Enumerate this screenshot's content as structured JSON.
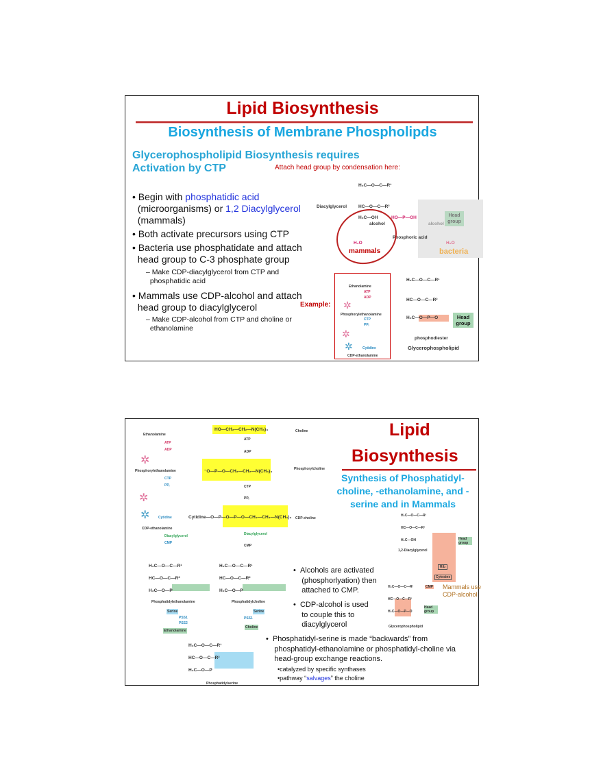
{
  "slide1": {
    "title": "Lipid Biosynthesis",
    "subtitle": "Biosynthesis of Membrane Phospholipds",
    "heading_line1": "Glycerophospholipid Biosynthesis requires",
    "heading_line2": "Activation by CTP",
    "annotation": "Attach head group by condensation here:",
    "bullets": [
      {
        "pre": "Begin with ",
        "link1": "phosphatidic acid",
        "mid": "(microorganisms) or ",
        "link2": "1,2 Diacylglycerol",
        "post": "(mammals)"
      },
      {
        "text": "Both activate precursors using CTP"
      },
      {
        "line1": "Bacteria use phosphatidate and attach",
        "line2": "head group to C-3 phosphate group",
        "sub_line1": "– Make CDP-diacylglycerol from CTP and",
        "sub_line2": "phosphatidic acid"
      },
      {
        "line1": "Mammals use CDP-alcohol and attach",
        "line2": "head group to diacylglycerol",
        "sub_line1": "– Make CDP-alcohol from CTP and choline or",
        "sub_line2": "ethanolamine"
      }
    ],
    "example_label": "Example:",
    "diagram": {
      "diacylglycerol": "Diacylglycerol",
      "alcohol": "alcohol",
      "phosphoric_acid": "Phosphoric acid",
      "head_group": "Head group",
      "mammals": "mammals",
      "bacteria": "bacteria",
      "h2o": "H₂O",
      "phosphodiester": "phosphodiester",
      "glycerophospholipid": "Glycerophospholipid",
      "ethanolamine": "Ethanolamine",
      "phosphorylethanolamine": "Phosphorylethanolamine",
      "cdp_ethanolamine": "CDP-ethanolamine",
      "atp": "ATP",
      "adp": "ADP",
      "ctp": "CTP",
      "ppi": "PPᵢ",
      "cytidine": "Cytidine"
    }
  },
  "slide2": {
    "title_line1": "Lipid",
    "title_line2": "Biosynthesis",
    "subtitle_line1": "Synthesis of Phosphatidyl-",
    "subtitle_line2": "choline, -ethanolamine, and -",
    "subtitle_line3": "serine and in Mammals",
    "bullet1": [
      "Alcohols are activated",
      "(phosphorlyation) then",
      "attached to CMP."
    ],
    "bullet2": [
      "CDP-alcohol is used",
      "to couple this to",
      "diacylglycerol"
    ],
    "bullet3": [
      "Phosphatidyl-serine is made “backwards” from",
      "phosphatidyl-ethanolamine or phosphatidyl-choline via",
      "head-group exchange reactions."
    ],
    "sub1": "catalyzed by specific synthases",
    "sub2_pre": "pathway “",
    "sub2_link": "salvages",
    "sub2_post": "” the choline",
    "mammals_note": [
      "Mammals use",
      "CDP-alcohol"
    ],
    "diagram": {
      "ethanolamine": "Ethanolamine",
      "choline": "Choline",
      "phosphorylethanolamine": "Phosphorylethanolamine",
      "phosphorylcholine": "Phosphorylcholine",
      "cdp_ethanolamine": "CDP-ethanolamine",
      "cdp_choline": "CDP-choline",
      "diacylglycerol": "Diacylglycerol",
      "cmp": "CMP",
      "pe": "Phosphatidylethanolamine",
      "pc": "Phosphatidylcholine",
      "ps": "Phosphatidylserine",
      "serine": "Serine",
      "pss1": "PSS1",
      "pss2": "PSS2",
      "atp": "ATP",
      "adp": "ADP",
      "ctp": "CTP",
      "ppi": "PPᵢ",
      "cytidine": "Cytidine",
      "choline_formula": "HO—CH₂—CH₂—N(CH₃)₃",
      "phosphocholine_formula": "⁻O—P—O—CH₂—CH₂—N(CH₃)₃",
      "cdpcholine_formula": "Cytidine—O—P—O—P—O—CH₂—CH₂—N(CH₃)₃",
      "dag12": "1,2-Diacylglycerol",
      "head_group": "Head group",
      "rib": "Rib",
      "cytosine": "Cytosine",
      "glycerophospholipid": "Glycerophospholipid"
    }
  }
}
